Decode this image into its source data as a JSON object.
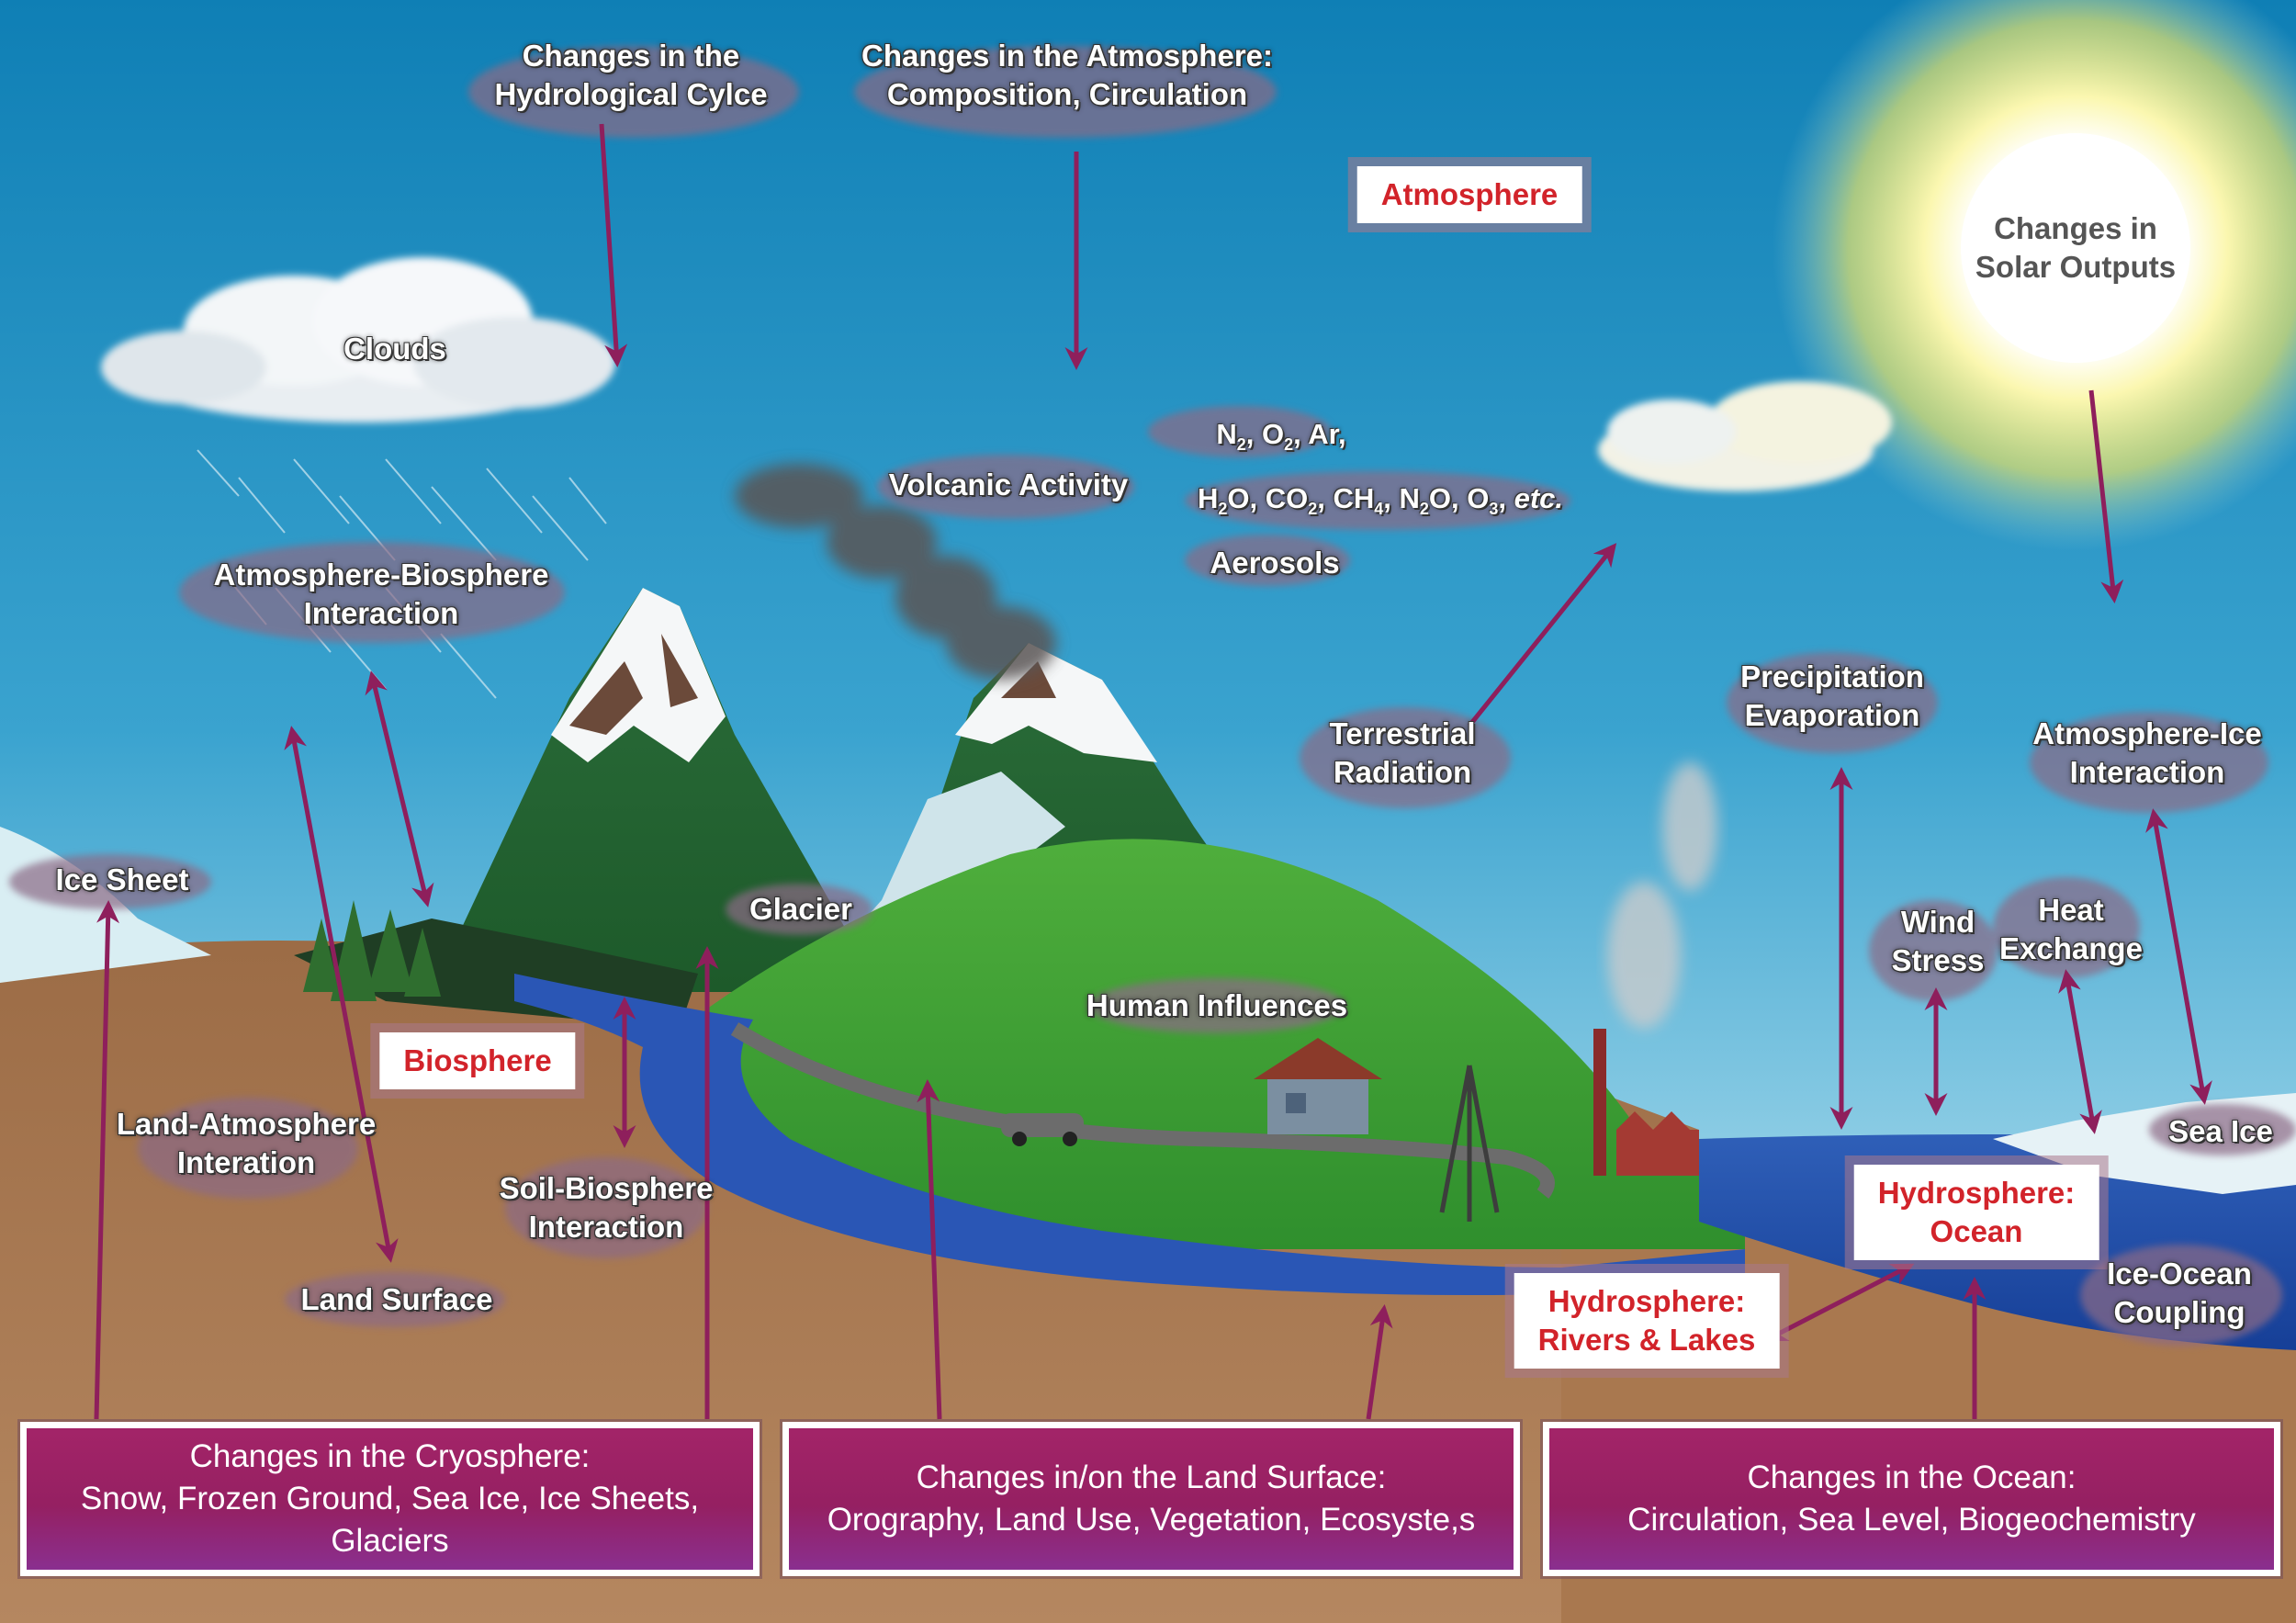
{
  "labels": {
    "hydrological_cycle": [
      "Changes in the",
      "Hydrological Cylce"
    ],
    "atmosphere_changes": [
      "Changes in the Atmosphere:",
      "Composition, Circulation"
    ],
    "atmosphere": "Atmosphere",
    "solar": [
      "Changes in",
      "Solar Outputs"
    ],
    "clouds": "Clouds",
    "volcanic": "Volcanic Activity",
    "gases_line1": "N2, O2, Ar,",
    "gases_line2": "H2O, CO2, CH4, N2O, O3, etc.",
    "aerosols": "Aerosols",
    "atmo_bio": [
      "Atmosphere-Biosphere",
      "Interaction"
    ],
    "terrestrial": [
      "Terrestrial",
      "Radiation"
    ],
    "precip": [
      "Precipitation",
      "Evaporation"
    ],
    "atmo_ice": [
      "Atmosphere-Ice",
      "Interaction"
    ],
    "ice_sheet": "Ice Sheet",
    "glacier": "Glacier",
    "wind_stress": [
      "Wind",
      "Stress"
    ],
    "heat_exchange": [
      "Heat",
      "Exchange"
    ],
    "human": "Human Influences",
    "biosphere": "Biosphere",
    "land_atmo": [
      "Land-Atmosphere",
      "Interation"
    ],
    "soil_bio": [
      "Soil-Biosphere",
      "Interaction"
    ],
    "sea_ice": "Sea Ice",
    "hydro_ocean": [
      "Hydrosphere:",
      "Ocean"
    ],
    "hydro_rivers": [
      "Hydrosphere:",
      "Rivers & Lakes"
    ],
    "ice_ocean": [
      "Ice-Ocean",
      "Coupling"
    ],
    "land_surface": "Land Surface"
  },
  "bottom": {
    "cryosphere": [
      "Changes in the Cryosphere:",
      "Snow, Frozen Ground, Sea Ice, Ice Sheets, Glaciers"
    ],
    "land": [
      "Changes in/on the Land Surface:",
      "Orography, Land Use, Vegetation, Ecosyste,s"
    ],
    "ocean": [
      "Changes in the Ocean:",
      "Circulation, Sea Level, Biogeochemistry"
    ]
  },
  "colors": {
    "arrow": "#8e1f5c",
    "box_red_text": "#d2232a",
    "bottom_box": "#a32468"
  }
}
